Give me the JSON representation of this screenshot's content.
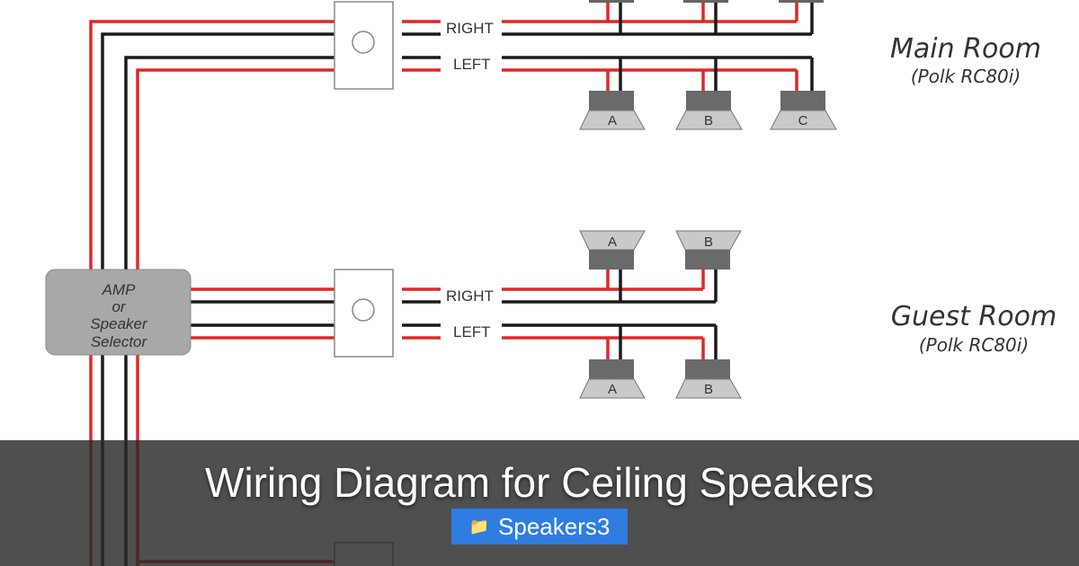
{
  "diagram": {
    "amp_label": [
      "AMP",
      "or",
      "Speaker",
      "Selector"
    ],
    "channel_right": "RIGHT",
    "channel_left": "LEFT",
    "rooms": [
      {
        "name": "Main Room",
        "model": "(Polk RC80i)",
        "speakers": [
          "A",
          "B",
          "C"
        ]
      },
      {
        "name": "Guest Room",
        "model": "(Polk RC80i)",
        "speakers_top": [
          "A",
          "B"
        ],
        "speakers_bottom": [
          "A",
          "B"
        ]
      }
    ]
  },
  "banner": {
    "title": "Wiring Diagram for Ceiling Speakers",
    "category_icon": "folder-icon",
    "category": "Speakers3"
  },
  "colors": {
    "wire_red": "#e02828",
    "wire_black": "#1a1a1a",
    "banner_badge": "#2f7de1"
  }
}
